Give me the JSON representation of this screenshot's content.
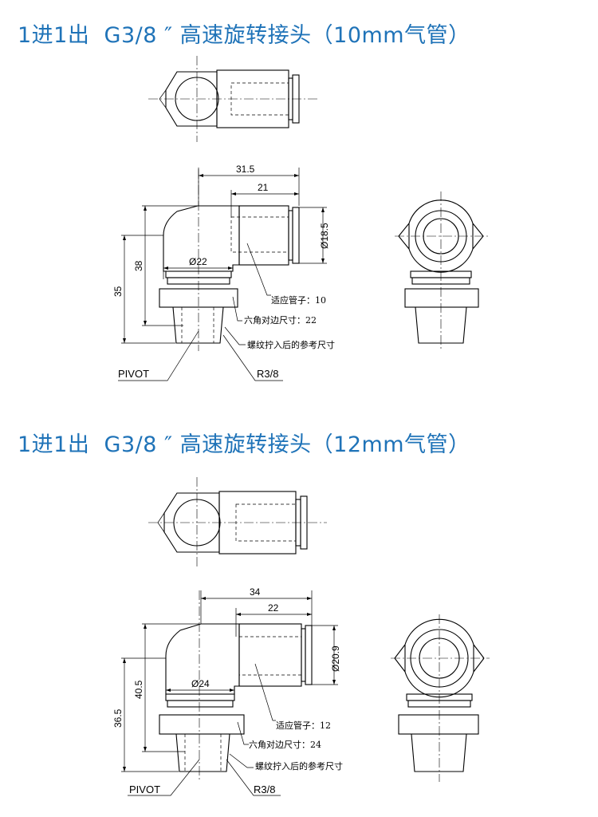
{
  "section1": {
    "title": "1进1出  G3/8 ″ 高速旋转接头（10mm气管）",
    "dims": {
      "total_width": "31.5",
      "tube_len": "21",
      "tube_dia": "Ø18.5",
      "body_dia": "Ø22",
      "height_38": "38",
      "height_35": "35"
    },
    "notes": {
      "tube_size": "适应管子：10",
      "hex_size": "六角对边尺寸：22",
      "thread_ref": "螺纹拧入后的参考尺寸"
    },
    "labels": {
      "pivot": "PIVOT",
      "thread": "R3/8"
    }
  },
  "section2": {
    "title": "1进1出  G3/8 ″ 高速旋转接头（12mm气管）",
    "dims": {
      "total_width": "34",
      "tube_len": "22",
      "tube_dia": "Ø20.9",
      "body_dia": "Ø24",
      "height_38": "40.5",
      "height_35": "36.5"
    },
    "notes": {
      "tube_size": "适应管子：12",
      "hex_size": "六角对边尺寸：24",
      "thread_ref": "螺纹拧入后的参考尺寸"
    },
    "labels": {
      "pivot": "PIVOT",
      "thread": "R3/8"
    }
  }
}
